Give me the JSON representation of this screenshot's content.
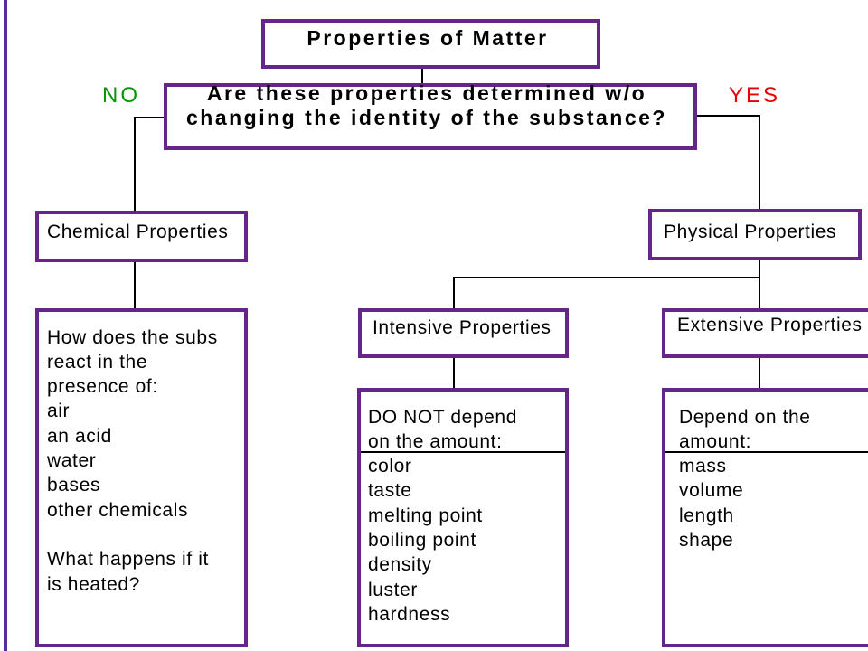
{
  "title": "Properties of Matter",
  "question": {
    "lines": [
      "Are these properties determined w/o",
      "changing the identity of the substance?"
    ]
  },
  "branch_labels": {
    "no": "NO",
    "yes": "YES"
  },
  "chemical_properties": {
    "label": "Chemical Properties",
    "intro": [
      "How does the subs",
      "react in the",
      "presence of:"
    ],
    "reactants": [
      "air",
      "an acid",
      "water",
      "bases",
      "other chemicals"
    ],
    "question": [
      "What happens if it",
      "is heated?"
    ]
  },
  "physical_properties": {
    "label": "Physical Properties"
  },
  "intensive_properties": {
    "label": "Intensive Properties",
    "definition": [
      "DO NOT depend",
      "on the amount:"
    ],
    "examples": [
      "color",
      "taste",
      "melting point",
      "boiling point",
      "density",
      "luster",
      "hardness"
    ]
  },
  "extensive_properties": {
    "label": "Extensive Properties",
    "definition": [
      "Depend on the",
      "amount:"
    ],
    "examples": [
      "mass",
      "volume",
      "length",
      "shape"
    ]
  },
  "colors": {
    "box_border": "#66258a",
    "page_border": "#5b2a9a",
    "connector": "#000000",
    "no_label": "#009900",
    "yes_label": "#e60000"
  }
}
